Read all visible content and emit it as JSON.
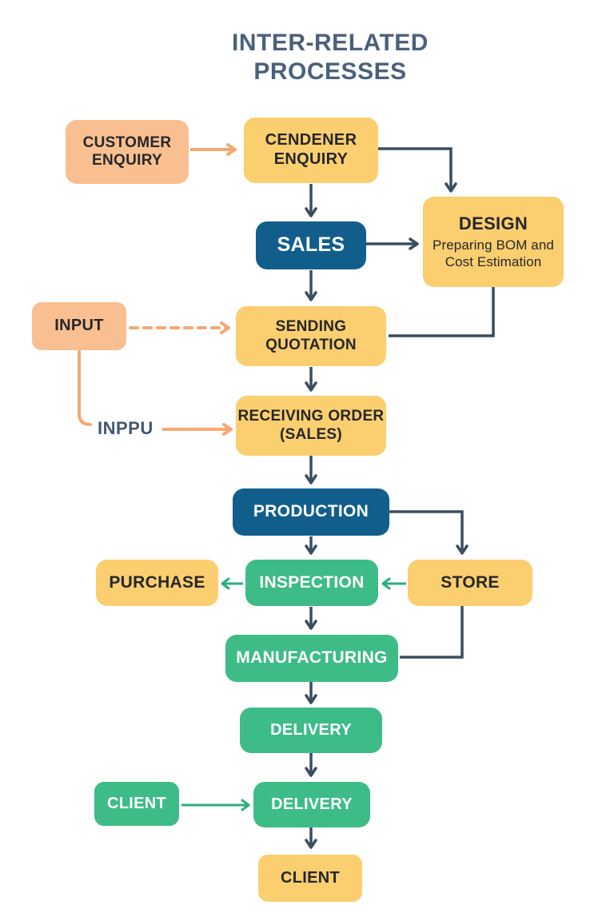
{
  "title": {
    "line1": "INTER-RELATED",
    "line2": "PROCESSES"
  },
  "nodes": {
    "customer_enquiry": {
      "label": "CUSTOMER ENQUIRY"
    },
    "cendener_enquiry": {
      "label": "CENDENER ENQUIRY"
    },
    "sales": {
      "label": "SALES"
    },
    "design": {
      "label": "DESIGN",
      "sublabel": "Preparing BOM and Cost Estimation"
    },
    "input": {
      "label": "INPUT"
    },
    "sending_quotation": {
      "label": "SENDING QUOTATION"
    },
    "inppu": {
      "label": "INPPU"
    },
    "receiving_order": {
      "label": "RECEIVING ORDER (SALES)"
    },
    "production": {
      "label": "PRODUCTION"
    },
    "purchase": {
      "label": "PURCHASE"
    },
    "inspection": {
      "label": "INSPECTION"
    },
    "store": {
      "label": "STORE"
    },
    "manufacturing": {
      "label": "MANUFACTURING"
    },
    "delivery_top": {
      "label": "DELIVERY"
    },
    "client_side": {
      "label": "CLIENT"
    },
    "delivery_bottom": {
      "label": "DELIVERY"
    },
    "client_final": {
      "label": "CLIENT"
    }
  },
  "colors": {
    "box_yellow": "#FBCE6F",
    "box_peach": "#F9BF90",
    "box_blue": "#115E8D",
    "box_green": "#3DBC88",
    "arrow_slate": "#3A4D5F",
    "arrow_orange": "#F5A873",
    "arrow_green": "#2CAE7B",
    "title_text": "#4A617B",
    "dark_text": "#26272B",
    "background": "#FFFFFF"
  }
}
